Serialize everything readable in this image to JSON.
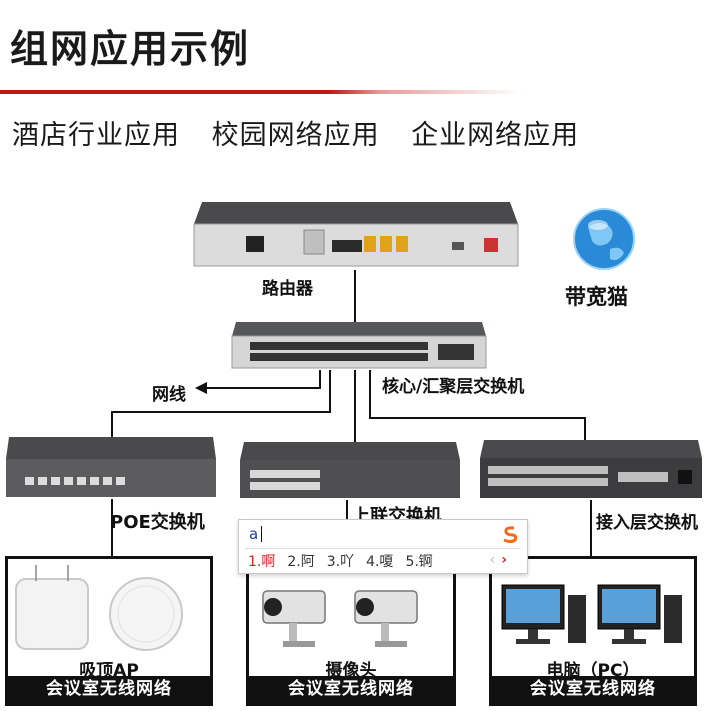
{
  "title": "组网应用示例",
  "subtitle": [
    "酒店行业应用",
    "校园网络应用",
    "企业网络应用"
  ],
  "devices": {
    "router": "路由器",
    "modem": "带宽猫",
    "cable": "网线",
    "core_switch": "核心/汇聚层交换机",
    "poe_switch": "POE交换机",
    "uplink_switch": "上联交换机",
    "access_switch": "接入层交换机"
  },
  "panels": [
    {
      "caption": "吸顶AP",
      "footer": "会议室无线网络"
    },
    {
      "caption": "摄像头",
      "footer": "会议室无线网络"
    },
    {
      "caption": "电脑（PC）",
      "footer": "会议室无线网络"
    }
  ],
  "ime": {
    "input": "a",
    "candidates": [
      "1.啊",
      "2.阿",
      "3.吖",
      "4.嗄",
      "5.锕"
    ],
    "prev": "‹",
    "next": "›"
  },
  "colors": {
    "accent": "#c01818",
    "device_dark": "#3a3a3c",
    "ime_red": "#d9222a"
  },
  "icons": [
    "globe-icon",
    "sogou-logo-icon",
    "arrow-left-icon"
  ]
}
